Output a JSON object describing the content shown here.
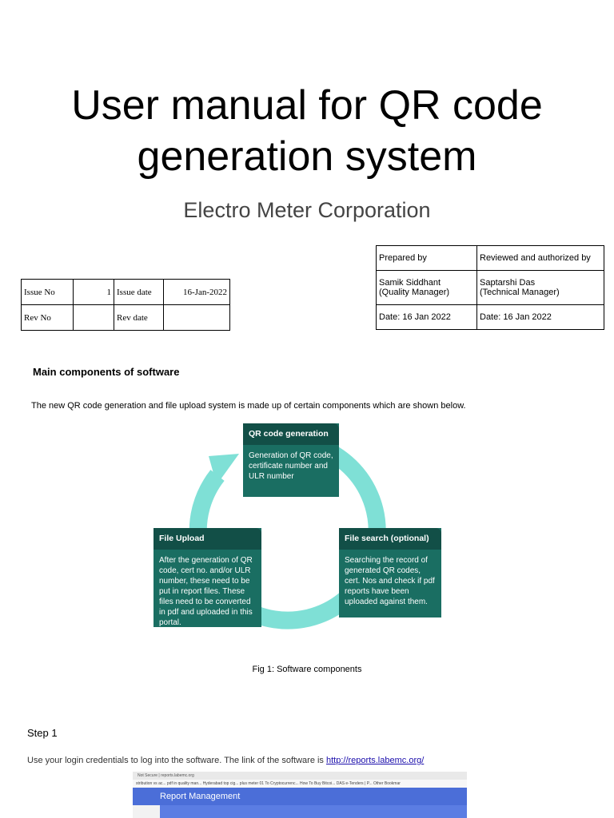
{
  "title": "User manual for QR code generation system",
  "subtitle": "Electro Meter Corporation",
  "issue_table": {
    "issue_no_label": "Issue No",
    "issue_no": "1",
    "issue_date_label": "Issue date",
    "issue_date": "16-Jan-2022",
    "rev_no_label": "Rev No",
    "rev_no": "",
    "rev_date_label": "Rev date",
    "rev_date": ""
  },
  "prep_table": {
    "prepared_by_label": "Prepared by",
    "reviewed_label": "Reviewed and authorized by",
    "preparer_name": "Samik Siddhant",
    "preparer_role": "(Quality Manager)",
    "reviewer_name": "Saptarshi Das",
    "reviewer_role": "(Technical Manager)",
    "prep_date": "Date: 16 Jan 2022",
    "review_date": "Date: 16 Jan 2022"
  },
  "section_heading": "Main components of software",
  "intro": "The new QR code generation and file upload system is made up of certain components which are shown below.",
  "components": {
    "qr": {
      "title": "QR code generation",
      "body": "Generation of QR code, certificate number and ULR number"
    },
    "upload": {
      "title": "File Upload",
      "body": "After the generation of QR code, cert no. and/or ULR number, these need to be put in report files. These files need to be converted in pdf and uploaded in this portal."
    },
    "search": {
      "title": "File search (optional)",
      "body": "Searching the record of generated QR codes, cert. Nos and check if pdf reports have been uploaded against them."
    }
  },
  "caption": "Fig 1: Software components",
  "step": "Step 1",
  "login_text": "Use your login credentials to log into the software. The link of the software is ",
  "login_link": "http://reports.labemc.org/",
  "screenshot": {
    "address": "Not Secure | reports.labemc.org",
    "bookmarks": "stribution vs ac...   pdf in quality man...   Hyderabad top cig...   plus meter 01   To Cryptocurrenc...   How To Buy Bitcoi...   DAS e-Tenders | P...   Other Bookmar",
    "app_title": "Report Management"
  },
  "colors": {
    "arc": "#7fe0d6",
    "box_header": "#124f47",
    "box_body": "#1a6e62",
    "app_bar": "#4b6ed8"
  }
}
